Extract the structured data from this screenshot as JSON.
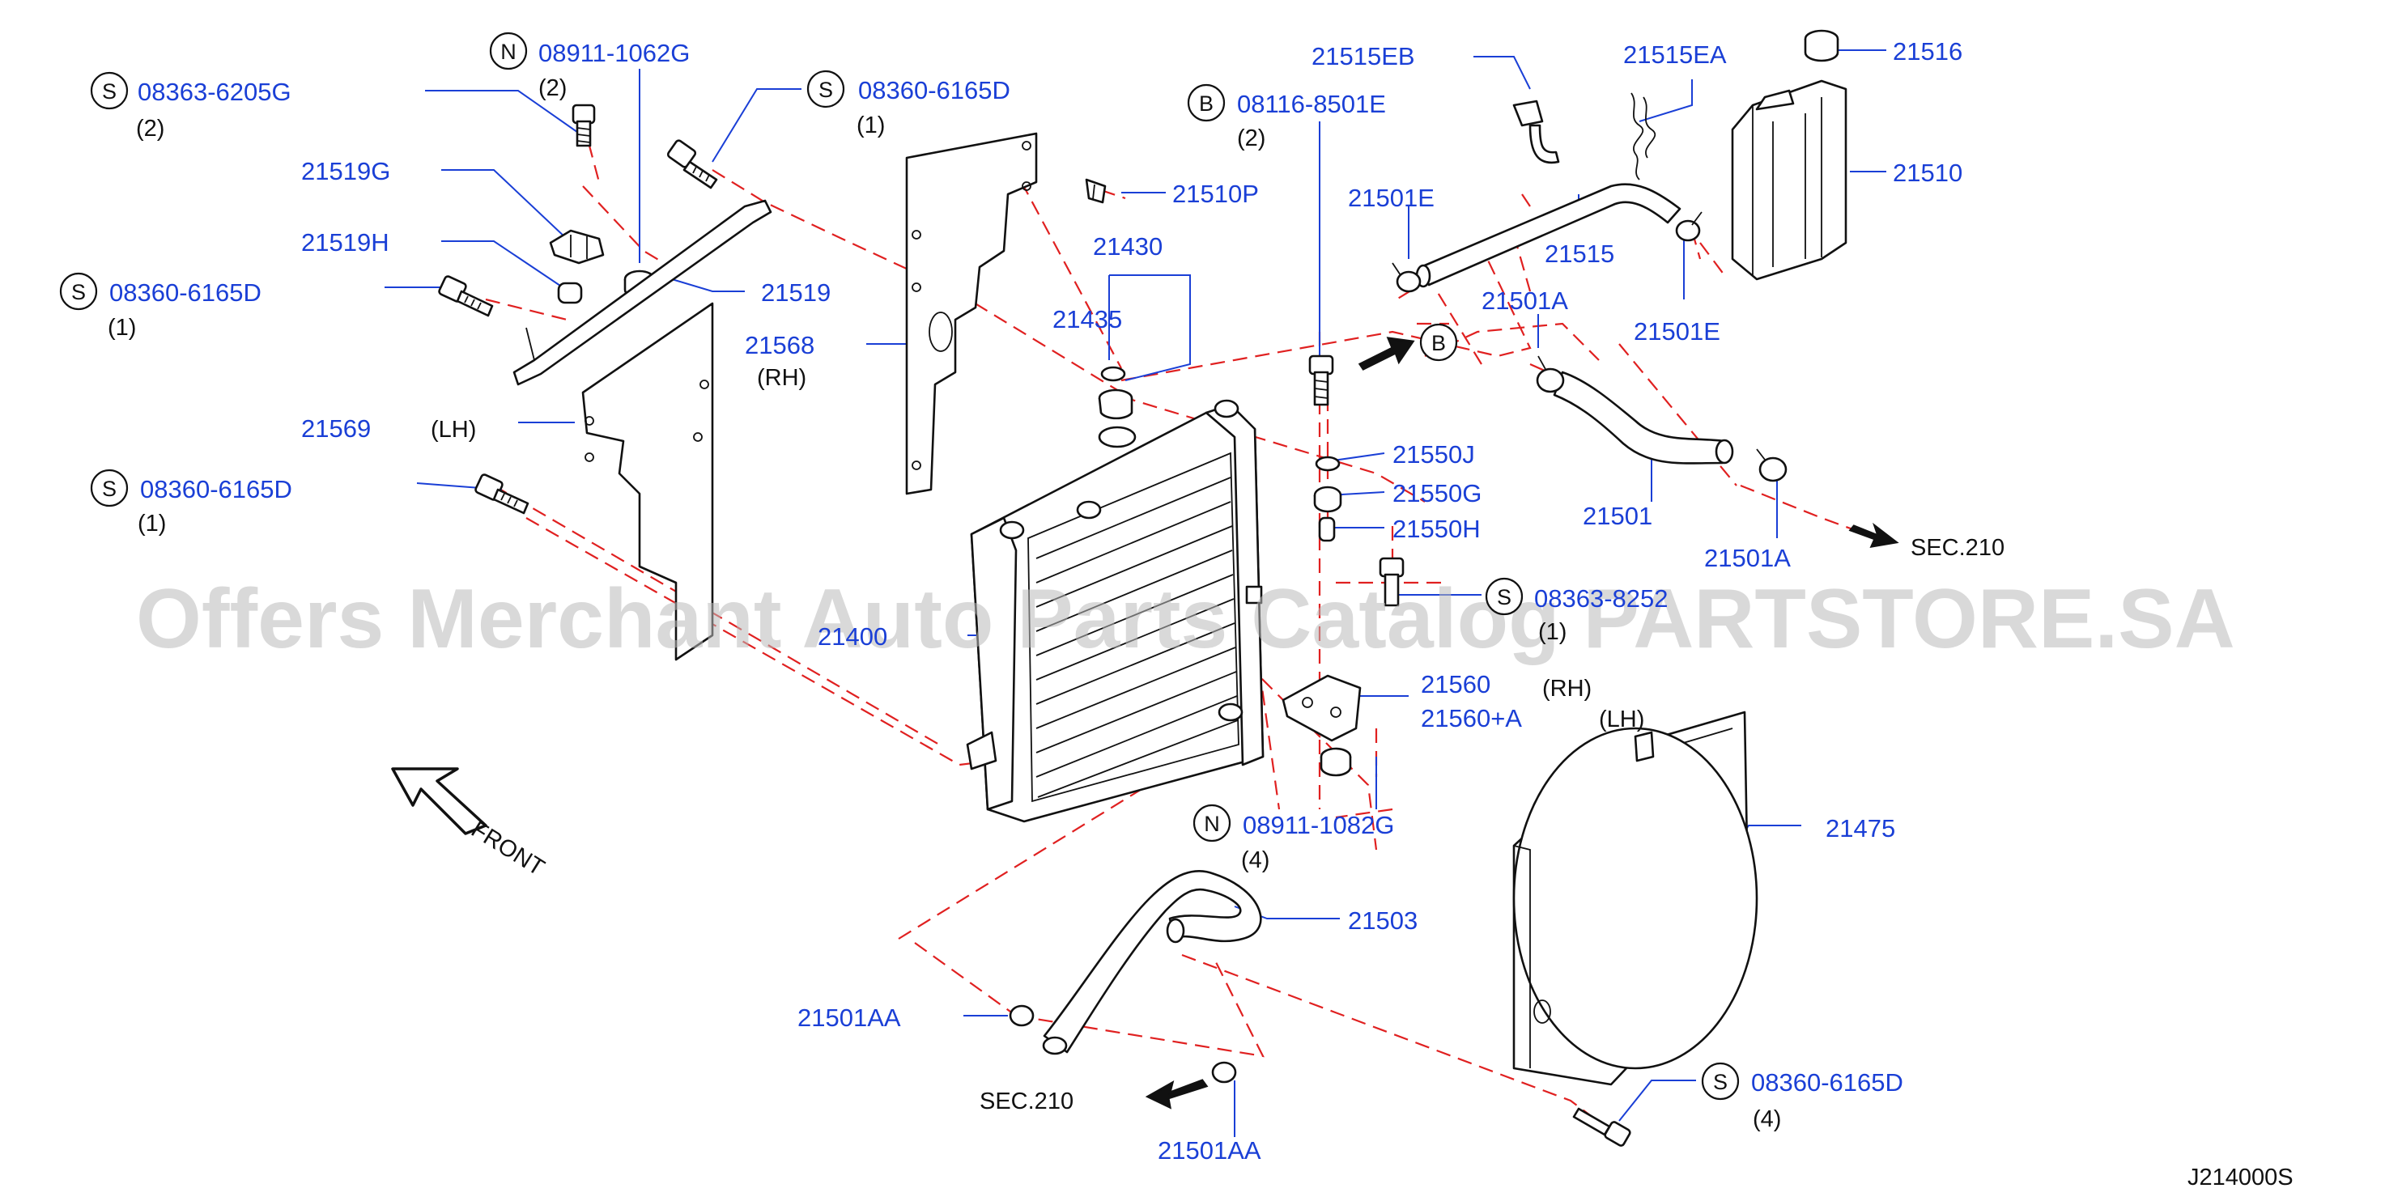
{
  "diagram": {
    "watermark": "Offers Merchant Auto Parts Catalog PARTSTORE.SA",
    "drawing_code": "J214000S",
    "front_label": "FRONT",
    "sec_label_right": "SEC.210",
    "sec_label_bottom": "SEC.210",
    "arrow_b_circle": "B",
    "labels": {
      "p08363_6205G": {
        "prefix": "S",
        "number": "08363-6205G",
        "qty": "(2)"
      },
      "p08911_1062G": {
        "prefix": "N",
        "number": "08911-1062G",
        "qty": "(2)"
      },
      "p08360_6165D_a": {
        "prefix": "S",
        "number": "08360-6165D",
        "qty": "(1)"
      },
      "p08360_6165D_b": {
        "prefix": "S",
        "number": "08360-6165D",
        "qty": "(1)"
      },
      "p08360_6165D_c": {
        "prefix": "S",
        "number": "08360-6165D",
        "qty": "(1)"
      },
      "p08360_6165D_d": {
        "prefix": "S",
        "number": "08360-6165D",
        "qty": "(4)"
      },
      "p08116_8501E": {
        "prefix": "B",
        "number": "08116-8501E",
        "qty": "(2)"
      },
      "p08363_8252": {
        "prefix": "S",
        "number": "08363-8252",
        "qty": "(1)"
      },
      "p08911_1082G": {
        "prefix": "N",
        "number": "08911-1082G",
        "qty": "(4)"
      },
      "p21519G": "21519G",
      "p21519H": "21519H",
      "p21519": "21519",
      "p21568": "21568",
      "p21568_side": "(RH)",
      "p21569": "21569",
      "p21569_side": "(LH)",
      "p21510P": "21510P",
      "p21430": "21430",
      "p21435": "21435",
      "p21515EB": "21515EB",
      "p21515EA": "21515EA",
      "p21516": "21516",
      "p21510": "21510",
      "p21501E_a": "21501E",
      "p21501E_b": "21501E",
      "p21515": "21515",
      "p21501A_a": "21501A",
      "p21501A_b": "21501A",
      "p21501": "21501",
      "p21550J": "21550J",
      "p21550G": "21550G",
      "p21550H": "21550H",
      "p21400": "21400",
      "p21560": "21560",
      "p21560_side": "(RH)",
      "p21560A": "21560+A",
      "p21560A_side": "(LH)",
      "p21475": "21475",
      "p21503": "21503",
      "p21501AA_a": "21501AA",
      "p21501AA_b": "21501AA"
    }
  }
}
